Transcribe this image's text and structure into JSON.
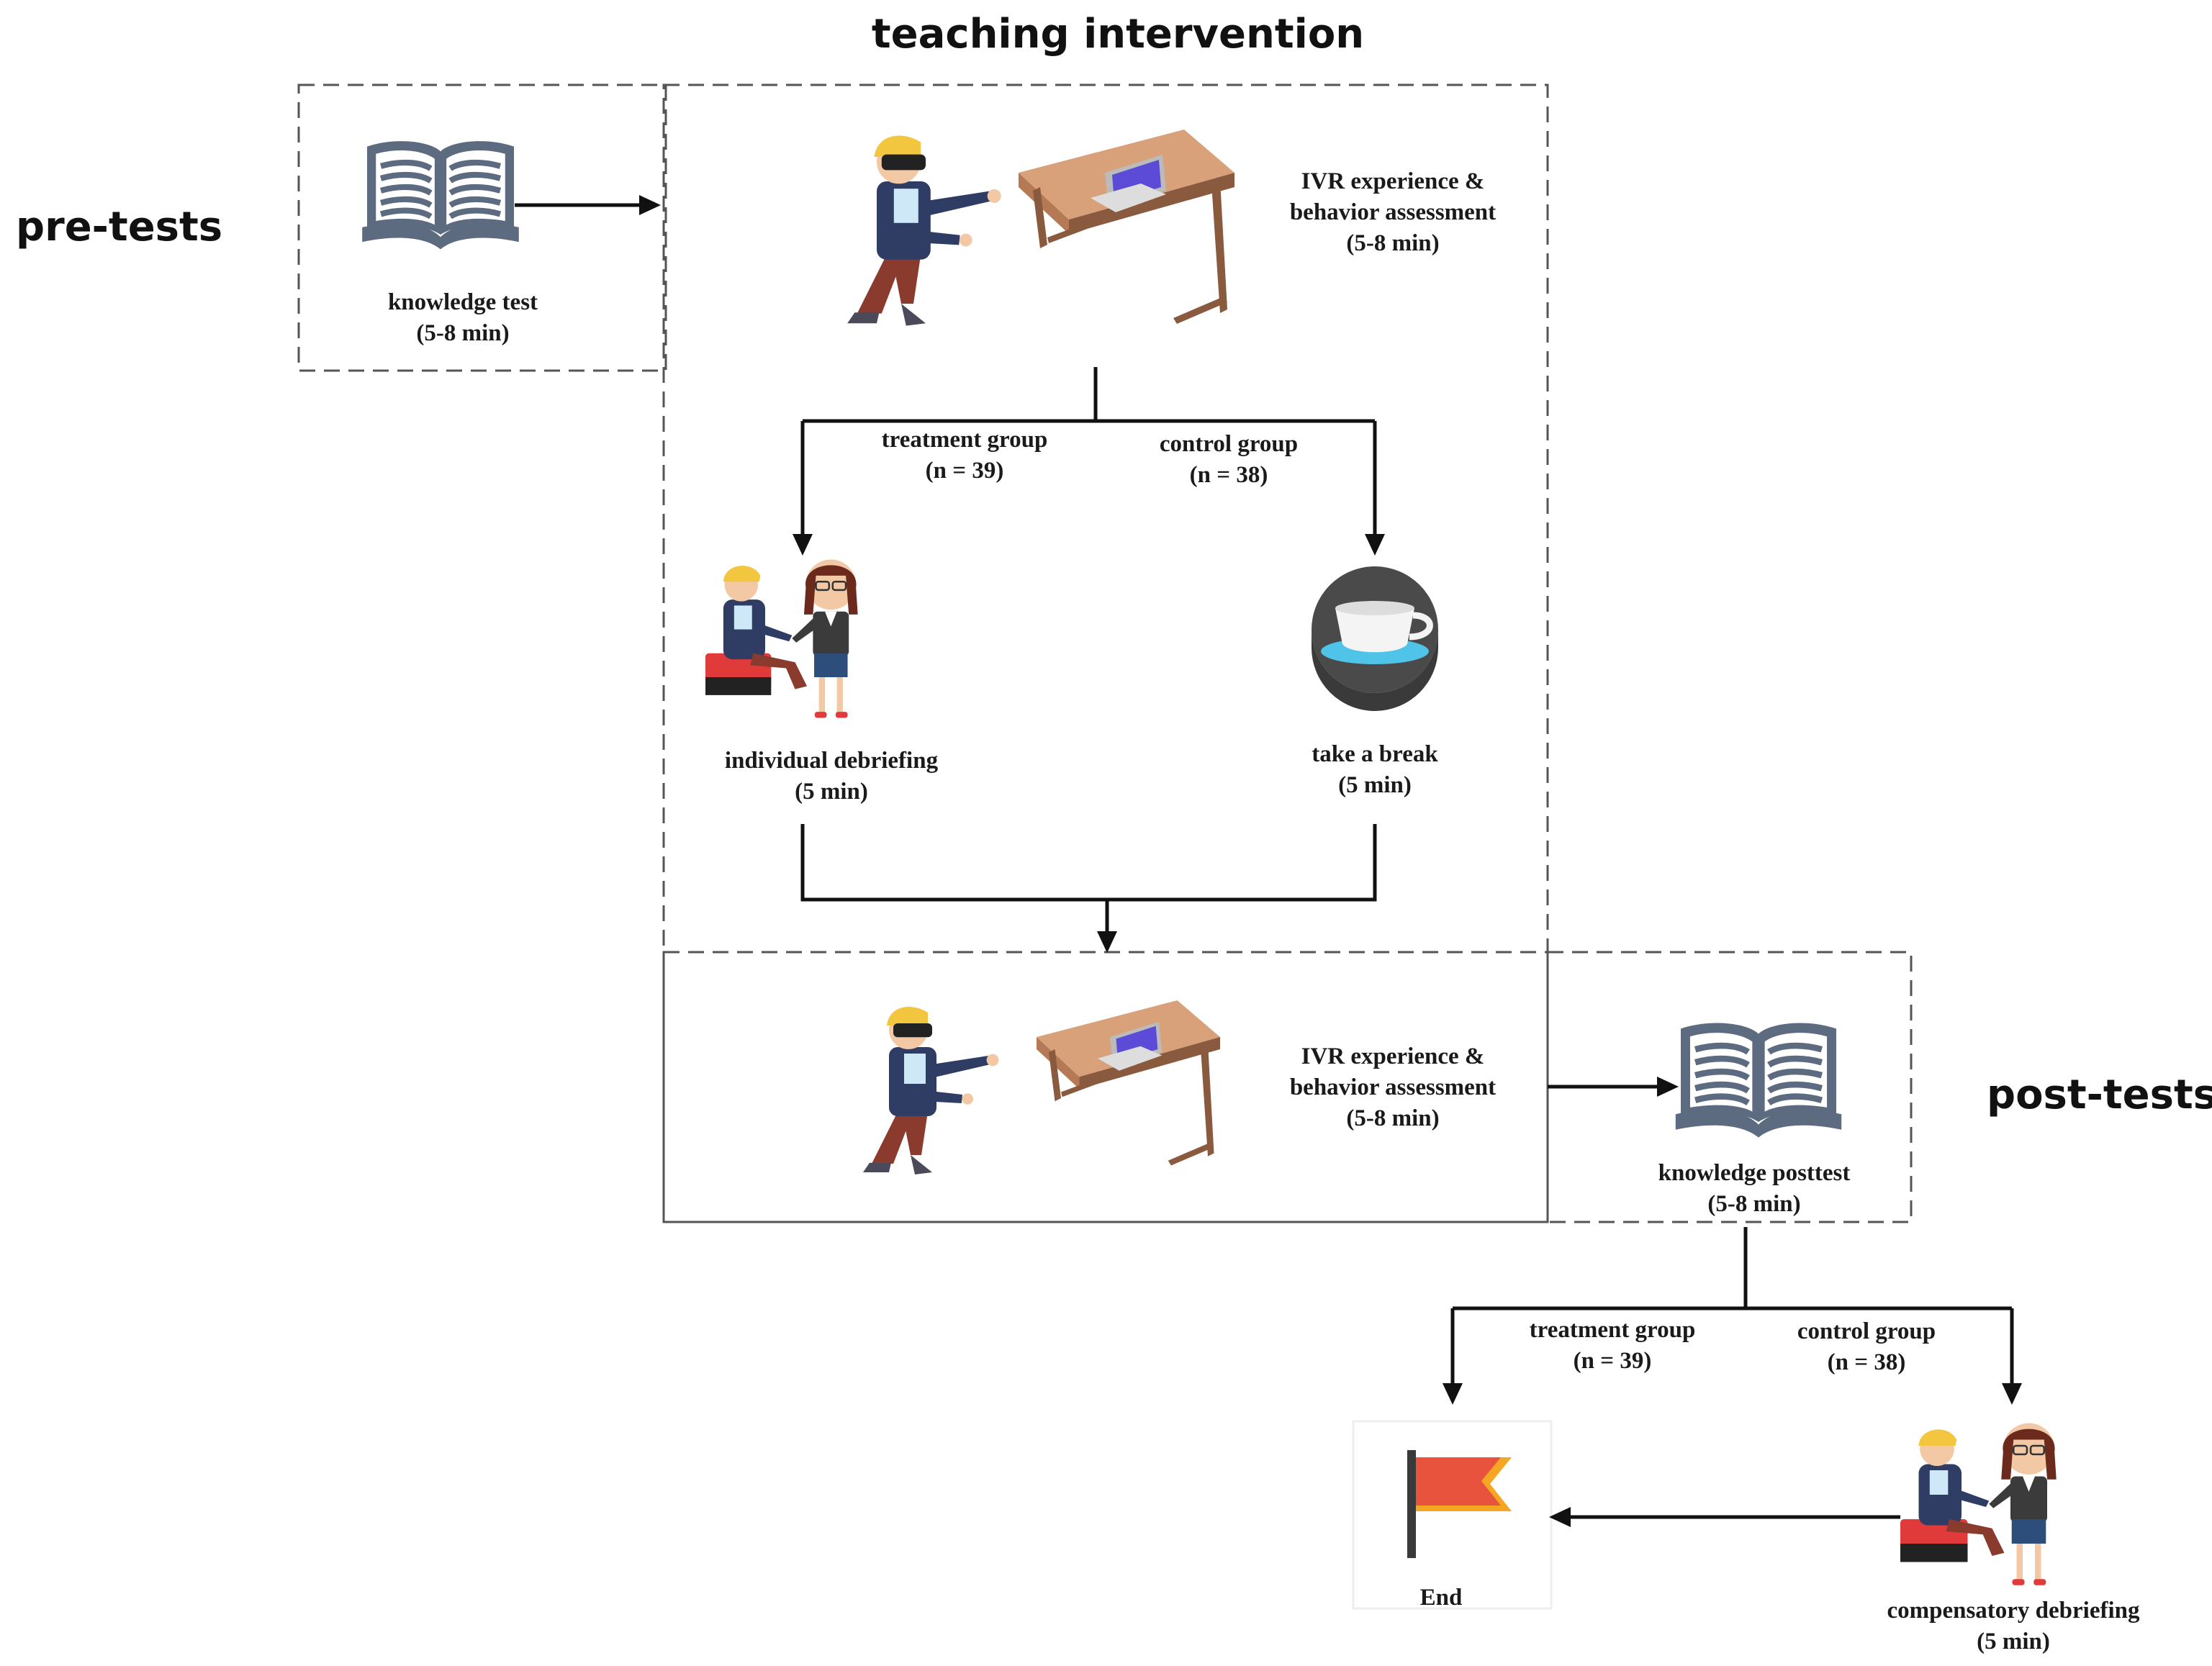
{
  "sections": {
    "intervention": "teaching intervention",
    "pre": "pre-tests",
    "post": "post-tests"
  },
  "steps": {
    "knowledge_test": {
      "title": "knowledge test",
      "duration": "(5-8 min)"
    },
    "ivr_1": {
      "line1": "IVR experience &",
      "line2": "behavior  assessment",
      "duration": "(5-8 min)"
    },
    "debriefing": {
      "title": "individual debriefing",
      "duration": "(5 min)"
    },
    "break": {
      "title": "take a break",
      "duration": "(5 min)"
    },
    "ivr_2": {
      "line1": "IVR experience &",
      "line2": "behavior  assessment",
      "duration": "(5-8 min)"
    },
    "posttest": {
      "title": "knowledge posttest",
      "duration": "(5-8 min)"
    },
    "end": {
      "title": "End"
    },
    "compensatory": {
      "title": "compensatory debriefing",
      "duration": "(5 min)"
    }
  },
  "groups": {
    "first_split": {
      "treatment": {
        "label": "treatment group",
        "n": "(n = 39)"
      },
      "control": {
        "label": "control group",
        "n": "(n = 38)"
      }
    },
    "second_split": {
      "treatment": {
        "label": "treatment group",
        "n": "(n = 39)"
      },
      "control": {
        "label": "control group",
        "n": "(n = 38)"
      }
    }
  },
  "icons": [
    "book-icon",
    "vr-user-icon",
    "desk-laptop-icon",
    "debriefing-icon",
    "coffee-cup-icon",
    "flag-icon"
  ],
  "colors": {
    "book": "#5d6b80",
    "desk": "#d9a17a",
    "desk_dark": "#8a5a3e",
    "laptop": "#5b4bd6",
    "flag": "#e8533d",
    "flag_stripe": "#f5a623",
    "shirt": "#2f3d64",
    "pants": "#8b3a2e",
    "hair": "#f3c63f",
    "coffee_bg": "#4a4a4a",
    "saucer": "#4fc3e8"
  }
}
